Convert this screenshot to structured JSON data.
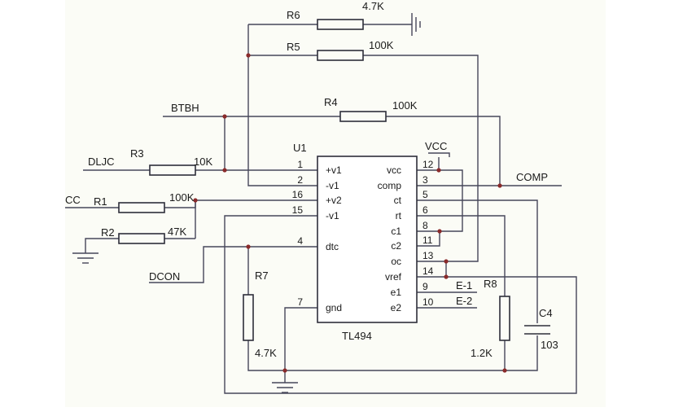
{
  "ic": {
    "designator": "U1",
    "part": "TL494",
    "left_pins": [
      {
        "num": "1",
        "name": "+v1"
      },
      {
        "num": "2",
        "name": "-v1"
      },
      {
        "num": "16",
        "name": "+v2"
      },
      {
        "num": "15",
        "name": "-v1"
      },
      {
        "num": "4",
        "name": "dtc"
      },
      {
        "num": "7",
        "name": "gnd"
      }
    ],
    "right_pins": [
      {
        "num": "12",
        "name": "vcc"
      },
      {
        "num": "3",
        "name": "comp"
      },
      {
        "num": "5",
        "name": "ct"
      },
      {
        "num": "6",
        "name": "rt"
      },
      {
        "num": "8",
        "name": "c1"
      },
      {
        "num": "11",
        "name": "c2"
      },
      {
        "num": "13",
        "name": "oc"
      },
      {
        "num": "14",
        "name": "vref"
      },
      {
        "num": "9",
        "name": "e1"
      },
      {
        "num": "10",
        "name": "e2"
      }
    ]
  },
  "components": {
    "r6": {
      "ref": "R6",
      "value": "4.7K"
    },
    "r5": {
      "ref": "R5",
      "value": "100K"
    },
    "r4": {
      "ref": "R4",
      "value": "100K"
    },
    "r3": {
      "ref": "R3",
      "value": "10K"
    },
    "r1": {
      "ref": "R1",
      "value": "100K"
    },
    "r2": {
      "ref": "R2",
      "value": "47K"
    },
    "r7": {
      "ref": "R7",
      "value": "4.7K"
    },
    "r8": {
      "ref": "R8",
      "value": "1.2K"
    },
    "c4": {
      "ref": "C4",
      "value": "103"
    }
  },
  "nets": {
    "btbh": "BTBH",
    "dljc": "DLJC",
    "cc": "CC",
    "dcon": "DCON",
    "vcc": "VCC",
    "comp": "COMP",
    "e1": "E-1",
    "e2": "E-2"
  }
}
